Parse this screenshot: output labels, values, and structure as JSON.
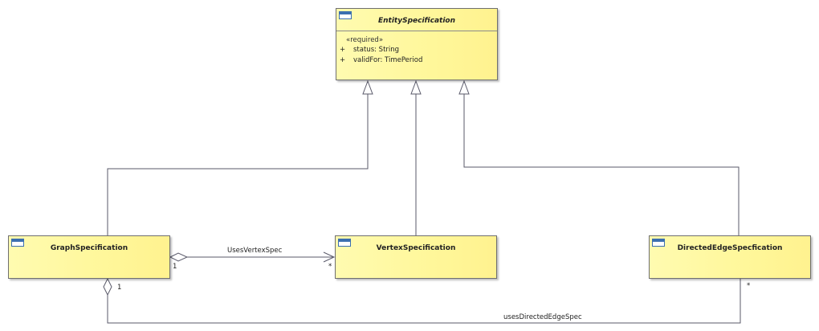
{
  "classes": {
    "entity_spec": {
      "name": "EntitySpecification",
      "stereotype": "«required»",
      "attributes": [
        {
          "visibility": "+",
          "text": "status: String"
        },
        {
          "visibility": "+",
          "text": "validFor: TimePeriod"
        }
      ]
    },
    "graph_spec": {
      "name": "GraphSpecification"
    },
    "vertex_spec": {
      "name": "VertexSpecification"
    },
    "directed_edge_spec": {
      "name": "DirectedEdgeSpecfication"
    }
  },
  "associations": {
    "uses_vertex_spec": {
      "label": "UsesVertexSpec",
      "source_mult": "1",
      "target_mult": "*"
    },
    "uses_directed_edge_spec": {
      "label": "usesDirectedEdgeSpec",
      "source_mult": "1",
      "target_mult": "*"
    }
  },
  "colors": {
    "class_fill": "#fff79a",
    "line": "#5a5a6a",
    "icon": "#3b6fb0"
  }
}
